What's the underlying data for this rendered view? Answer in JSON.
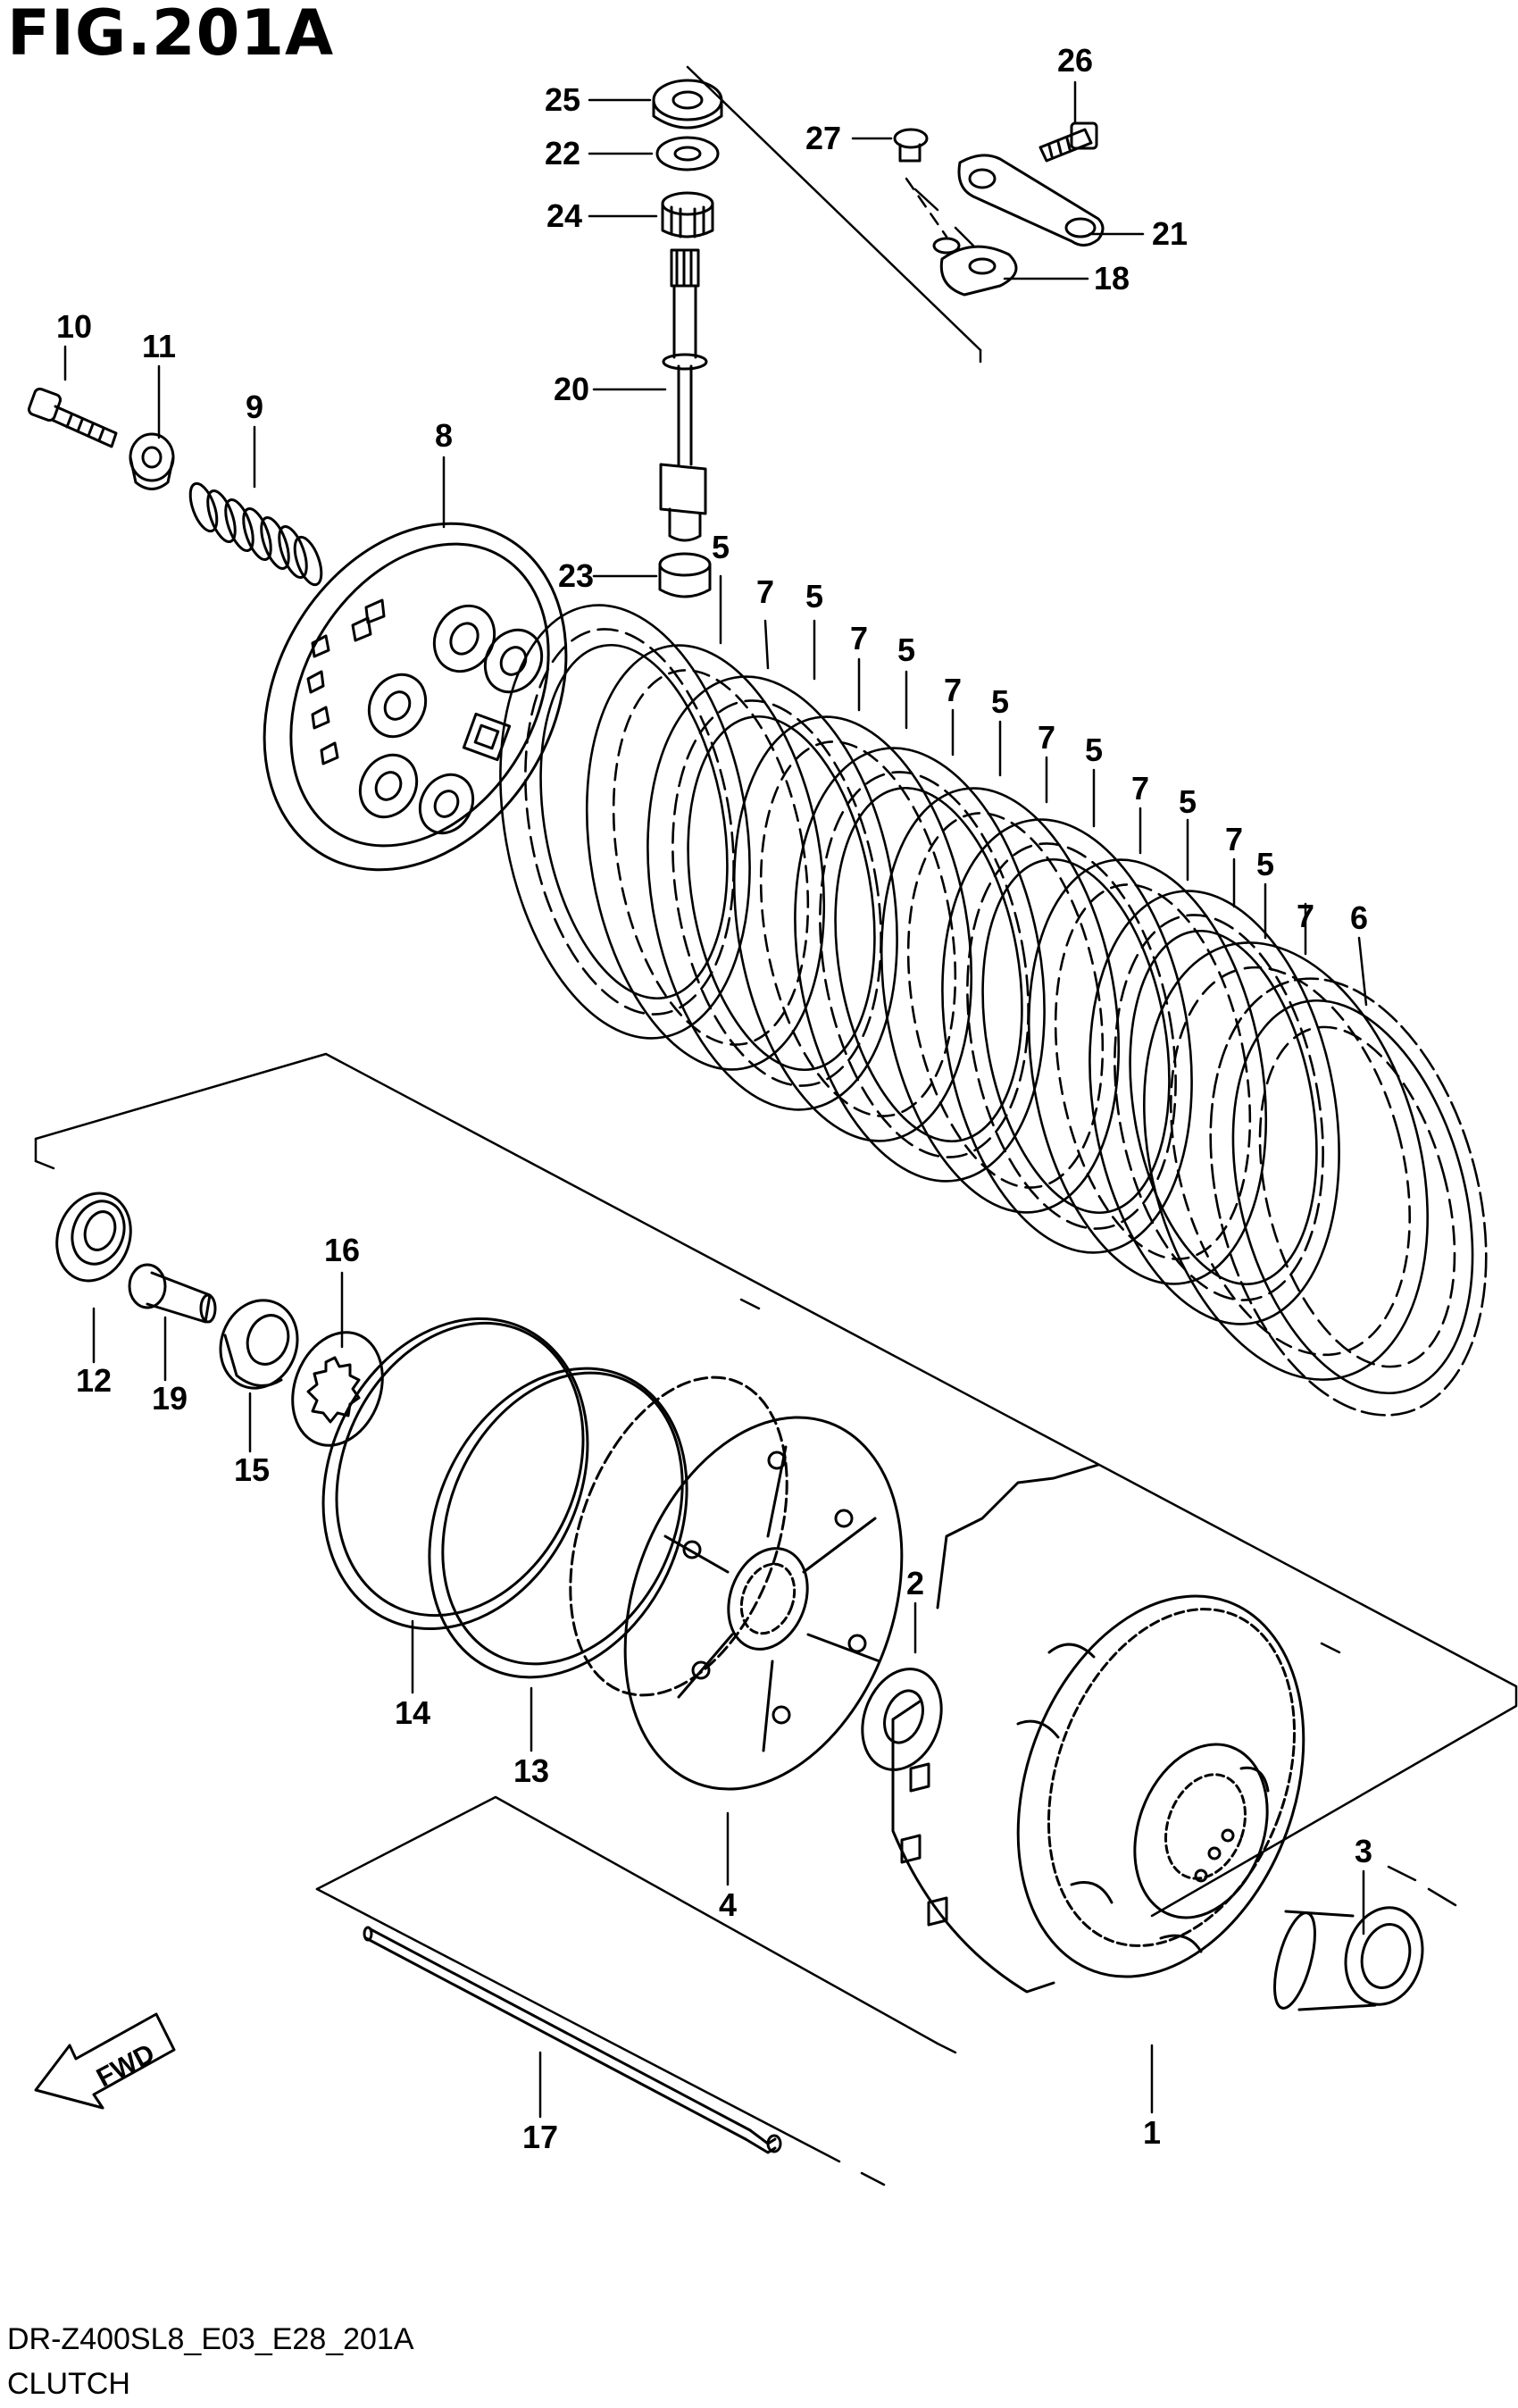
{
  "figure": {
    "title": "FIG.201A",
    "code": "DR-Z400SL8_E03_E28_201A",
    "name": "CLUTCH"
  },
  "direction_label": "FWD",
  "callouts": [
    {
      "id": "c25",
      "label": "25"
    },
    {
      "id": "c22",
      "label": "22"
    },
    {
      "id": "c24",
      "label": "24"
    },
    {
      "id": "c20",
      "label": "20"
    },
    {
      "id": "c23",
      "label": "23"
    },
    {
      "id": "c26",
      "label": "26"
    },
    {
      "id": "c27",
      "label": "27"
    },
    {
      "id": "c21",
      "label": "21"
    },
    {
      "id": "c18",
      "label": "18"
    },
    {
      "id": "c10",
      "label": "10"
    },
    {
      "id": "c11",
      "label": "11"
    },
    {
      "id": "c9",
      "label": "9"
    },
    {
      "id": "c8",
      "label": "8"
    },
    {
      "id": "p5a",
      "label": "5"
    },
    {
      "id": "p7a",
      "label": "7"
    },
    {
      "id": "p5b",
      "label": "5"
    },
    {
      "id": "p7b",
      "label": "7"
    },
    {
      "id": "p5c",
      "label": "5"
    },
    {
      "id": "p7c",
      "label": "7"
    },
    {
      "id": "p5d",
      "label": "5"
    },
    {
      "id": "p7d",
      "label": "7"
    },
    {
      "id": "p5e",
      "label": "5"
    },
    {
      "id": "p7e",
      "label": "7"
    },
    {
      "id": "p5f",
      "label": "5"
    },
    {
      "id": "p7f",
      "label": "7"
    },
    {
      "id": "p5g",
      "label": "5"
    },
    {
      "id": "p7g",
      "label": "7"
    },
    {
      "id": "c6",
      "label": "6"
    },
    {
      "id": "c16",
      "label": "16"
    },
    {
      "id": "c12",
      "label": "12"
    },
    {
      "id": "c19",
      "label": "19"
    },
    {
      "id": "c15",
      "label": "15"
    },
    {
      "id": "c14",
      "label": "14"
    },
    {
      "id": "c13",
      "label": "13"
    },
    {
      "id": "c2",
      "label": "2"
    },
    {
      "id": "c4",
      "label": "4"
    },
    {
      "id": "c3",
      "label": "3"
    },
    {
      "id": "c1",
      "label": "1"
    },
    {
      "id": "c17",
      "label": "17"
    }
  ]
}
